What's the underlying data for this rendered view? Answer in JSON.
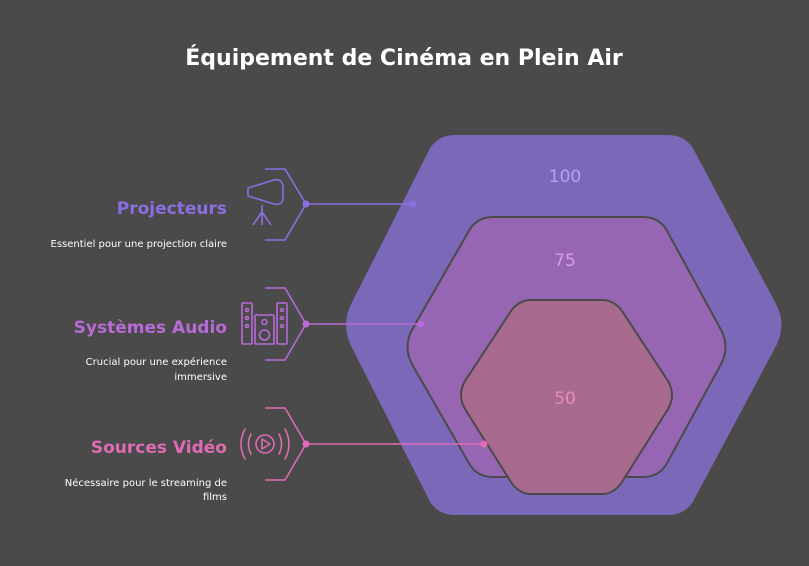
{
  "title": "Équipement de Cinéma en Plein Air",
  "colors": {
    "background": "#4a4a4a",
    "outer": "#7b68b8",
    "middle": "#9766b3",
    "inner": "#a86a8e",
    "accent_purple": "#8b6fe0",
    "accent_violet": "#b86ad6",
    "accent_pink": "#e06ab4",
    "stroke": "#4a4a4a"
  },
  "levels": [
    {
      "value": "100",
      "color": "#b1a3f0"
    },
    {
      "value": "75",
      "color": "#d79be6"
    },
    {
      "value": "50",
      "color": "#e68dbd"
    }
  ],
  "items": [
    {
      "title": "Projecteurs",
      "desc_lines": [
        "Essentiel pour une projection claire"
      ],
      "icon": "projector-icon",
      "color": "#8b6fe0"
    },
    {
      "title": "Systèmes Audio",
      "desc_lines": [
        "Crucial pour une expérience",
        "immersive"
      ],
      "icon": "speaker-system-icon",
      "color": "#b86ad6"
    },
    {
      "title": "Sources Vidéo",
      "desc_lines": [
        "Nécessaire pour le streaming de",
        "films"
      ],
      "icon": "video-source-icon",
      "color": "#e06ab4"
    }
  ]
}
